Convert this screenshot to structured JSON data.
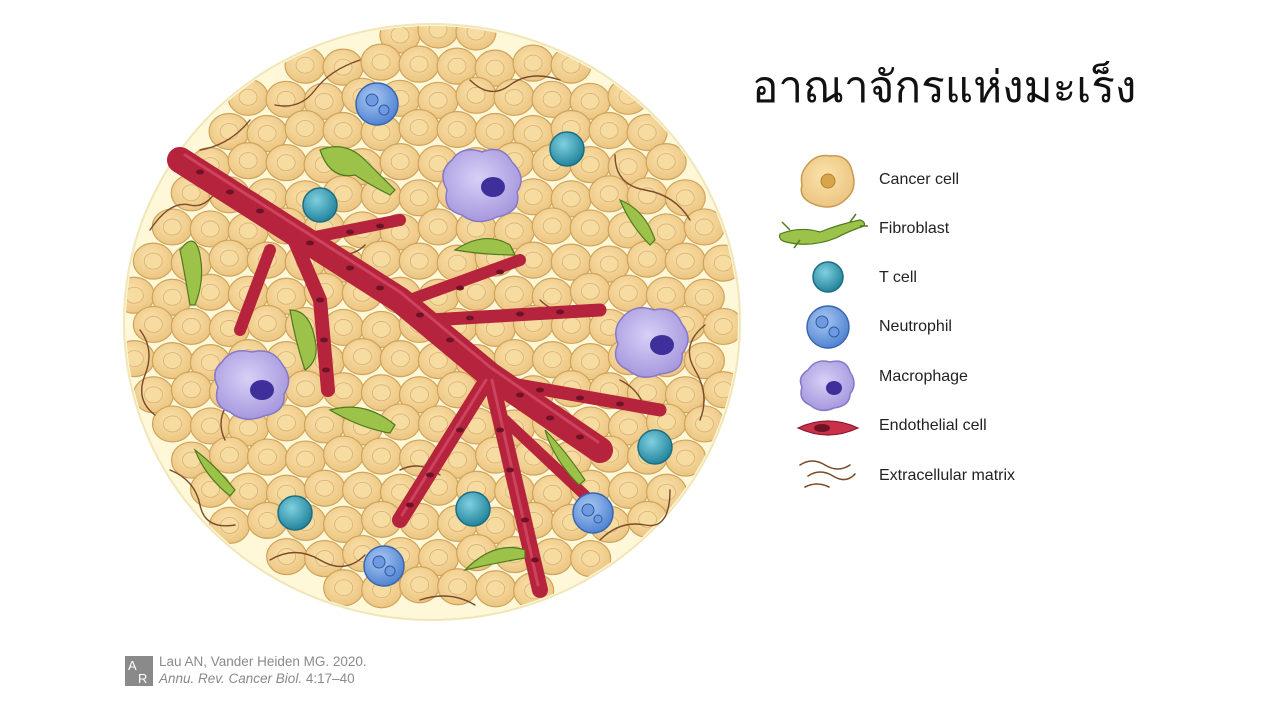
{
  "title": "อาณาจักรแห่งมะเร็ง",
  "legend": [
    {
      "label": "Cancer cell",
      "icon": "cancer-cell-icon",
      "color": "#f2cf8a"
    },
    {
      "label": "Fibroblast",
      "icon": "fibroblast-icon",
      "color": "#9cc24a"
    },
    {
      "label": "T cell",
      "icon": "t-cell-icon",
      "color": "#2f9bb5"
    },
    {
      "label": "Neutrophil",
      "icon": "neutrophil-icon",
      "color": "#5b8fd6"
    },
    {
      "label": "Macrophage",
      "icon": "macrophage-icon",
      "color": "#a99ae0"
    },
    {
      "label": "Endothelial cell",
      "icon": "endothelial-cell-icon",
      "color": "#c9304a"
    },
    {
      "label": "Extracellular matrix",
      "icon": "extracellular-matrix-icon",
      "color": "#7a4a2a"
    }
  ],
  "citation": {
    "line1": "Lau AN, Vander Heiden MG. 2020.",
    "journal": "Annu. Rev. Cancer Biol.",
    "pages": "4:17–40",
    "logo_letters": "AR"
  },
  "colors": {
    "tumor_background": "#fff8d8",
    "cancer_cell": "#f2cf8a",
    "vessel": "#b5243c",
    "matrix": "#7a4a2a"
  }
}
